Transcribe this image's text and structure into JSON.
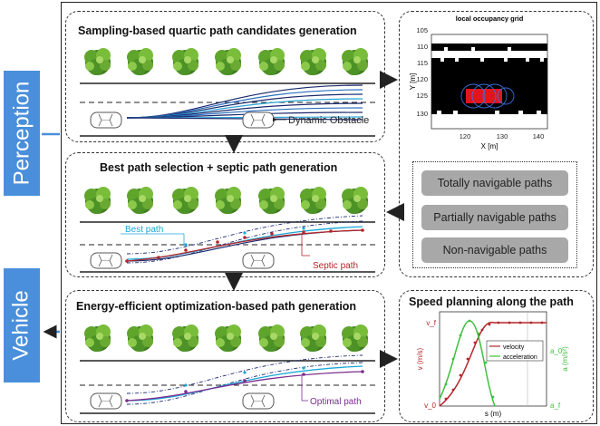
{
  "side_labels": {
    "perception": "Perception",
    "vehicle": "Vehicle"
  },
  "panels": {
    "sampling": {
      "title": "Sampling-based quartic path candidates generation",
      "obstacle_label": "Dynamic Obstacle"
    },
    "selection": {
      "title": "Best path selection + septic path generation",
      "best_label": "Best path",
      "septic_label": "Septic path"
    },
    "optimization": {
      "title": "Energy-efficient optimization-based path generation",
      "optimal_label": "Optimal path"
    },
    "grid": {
      "title": "local occupancy grid",
      "y_axis_label": "Y [m]",
      "x_axis_label": "X [m]",
      "y_ticks": [
        "105",
        "110",
        "115",
        "120",
        "125",
        "130"
      ],
      "x_ticks": [
        "120",
        "130",
        "140"
      ],
      "nav_categories": [
        "Totally navigable paths",
        "Partially navigable paths",
        "Non-navigable paths"
      ]
    },
    "speed": {
      "title": "Speed planning along the path",
      "left_axis_label": "v (m/s)",
      "right_axis_label": "a (m/s²)",
      "x_axis_label": "s (m)",
      "v_top": "v_f",
      "v_bottom": "v_0",
      "a_top": "a_0",
      "a_bottom": "a_f",
      "legend": [
        "velocity",
        "acceleration"
      ]
    }
  },
  "colors": {
    "side_label_bg": "#4a8fdb",
    "best_path": "#1aa8d8",
    "septic_path": "#b3262a",
    "optimal_path": "#7b2d8e",
    "velocity": "#b3262a",
    "acceleration": "#3fbf3f",
    "nav_button": "#a8a8a8"
  }
}
